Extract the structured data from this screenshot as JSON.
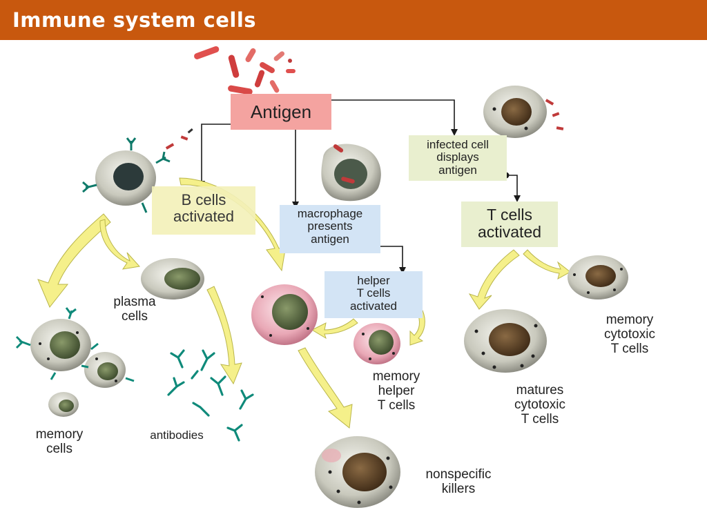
{
  "header": {
    "title": "Immune system cells"
  },
  "nodes": {
    "antigen": {
      "label": "Antigen",
      "color": "#f4a3a0"
    },
    "b_cells": {
      "line1": "B cells",
      "line2": "activated",
      "color": "#f3f1b9"
    },
    "macrophage": {
      "line1": "macrophage",
      "line2": "presents",
      "line3": "antigen",
      "color": "#d3e4f5"
    },
    "infected": {
      "line1": "infected cell",
      "line2": "displays",
      "line3": "antigen",
      "color": "#e9efcf"
    },
    "t_cells": {
      "line1": "T cells",
      "line2": "activated",
      "color": "#e9efcf"
    },
    "helper": {
      "line1": "helper",
      "line2": "T cells",
      "line3": "activated",
      "color": "#d3e4f5"
    }
  },
  "labels": {
    "plasma": {
      "line1": "plasma",
      "line2": "cells"
    },
    "memory_cells": {
      "line1": "memory",
      "line2": "cells"
    },
    "antibodies": "antibodies",
    "memory_helper": {
      "line1": "memory",
      "line2": "helper",
      "line3": "T cells"
    },
    "matures": {
      "line1": "matures",
      "line2": "cytotoxic",
      "line3": "T cells"
    },
    "memory_cytotoxic": {
      "line1": "memory",
      "line2": "cytotoxic",
      "line3": "T cells"
    },
    "nonspecific": {
      "line1": "nonspecific",
      "line2": "killers"
    }
  },
  "colors": {
    "header": "#c8580e",
    "arrow_yellow": "#f5f08a",
    "connector": "#1a1a1a"
  }
}
